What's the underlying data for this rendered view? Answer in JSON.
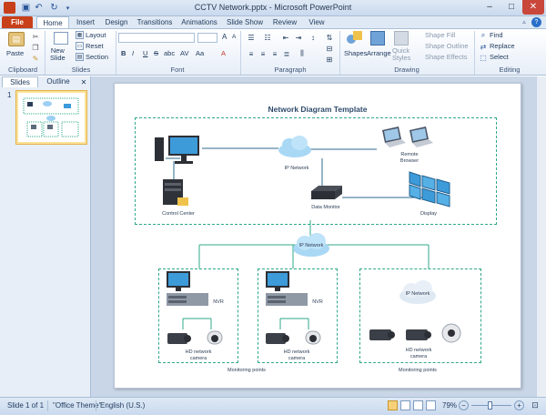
{
  "window": {
    "title": "CCTV Network.pptx - Microsoft PowerPoint",
    "minimize": "–",
    "maximize": "□",
    "close": "✕"
  },
  "tabs": [
    "File",
    "Home",
    "Insert",
    "Design",
    "Transitions",
    "Animations",
    "Slide Show",
    "Review",
    "View"
  ],
  "ribbon": {
    "clipboard": {
      "paste": "Paste",
      "label": "Clipboard"
    },
    "slides": {
      "new_slide": "New\nSlide",
      "layout": "Layout",
      "reset": "Reset",
      "section": "Section",
      "label": "Slides"
    },
    "font": {
      "label": "Font",
      "bold": "B",
      "italic": "I",
      "underline": "U",
      "strike": "S",
      "shadow": "abc",
      "spacing": "AV",
      "case": "Aa",
      "grow": "A",
      "shrink": "A",
      "clear": "A",
      "color": "A"
    },
    "paragraph": {
      "label": "Paragraph"
    },
    "drawing": {
      "shapes": "Shapes",
      "arrange": "Arrange",
      "quick_styles": "Quick\nStyles",
      "shape_fill": "Shape Fill",
      "shape_outline": "Shape Outline",
      "shape_effects": "Shape Effects",
      "label": "Drawing"
    },
    "editing": {
      "find": "Find",
      "replace": "Replace",
      "select": "Select",
      "label": "Editing"
    }
  },
  "left_pane": {
    "tabs": [
      "Slides",
      "Outline"
    ],
    "close": "✕",
    "slide_number": "1"
  },
  "slide": {
    "title": "Network Diagram Template",
    "labels": {
      "ip_network_top": "IP Network",
      "remote_browser": "Remote\nBrowser",
      "control_center": "Control Center",
      "data_monitor": "Data Monitor",
      "display": "Display",
      "ip_network_mid": "IP Network",
      "nvr1": "NVR",
      "nvr2": "NVR",
      "ip_network_right": "IP Network",
      "hd1": "HD network\ncamera",
      "hd2": "HD network\ncamera",
      "hd3": "HD network\ncamera",
      "mon1": "Monitoring points",
      "mon2": "Monitoring points"
    }
  },
  "status": {
    "slide": "Slide 1 of 1",
    "theme": "\"Office Theme\"",
    "language": "English (U.S.)",
    "zoom": "79%",
    "zoom_value": 0.79
  }
}
